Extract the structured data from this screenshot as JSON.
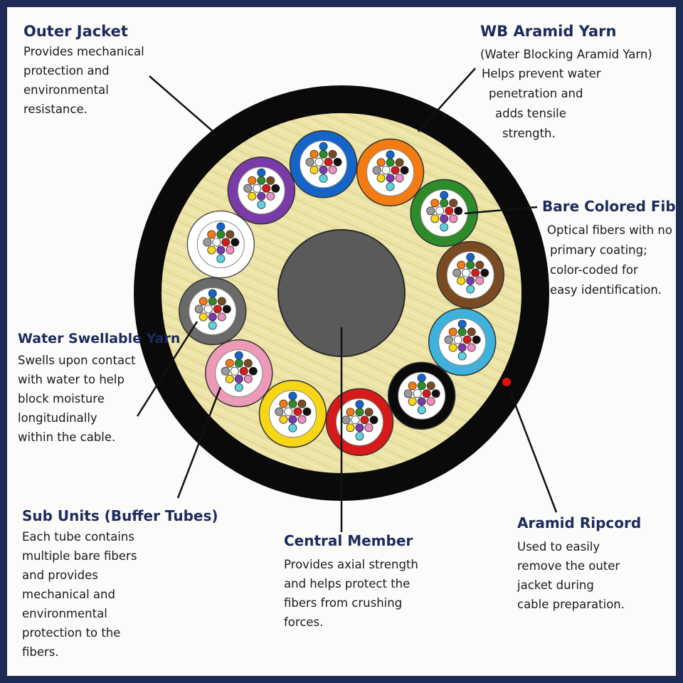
{
  "colors": {
    "frame_border": "#1e2b55",
    "background": "#fbfbf9",
    "title_text": "#1d2a5c",
    "jacket": "#0a0a0a",
    "aramid_yarn_fill": "#ece4a6",
    "central_member": "#5a5a5a",
    "ripcord": "#e01010"
  },
  "labels": {
    "outer_jacket": {
      "title": "Outer Jacket",
      "lines": [
        "Provides mechanical",
        "protection and",
        "environmental",
        "resistance."
      ]
    },
    "wb_aramid_yarn": {
      "title": "WB Aramid Yarn",
      "subtitle": "(Water Blocking Aramid Yarn)",
      "lines": [
        "Helps prevent water",
        "penetration and",
        "adds tensile",
        "strength."
      ]
    },
    "bare_colored_fiber": {
      "title": "Bare Colored Fiber",
      "lines": [
        "Optical fibers with no",
        "primary coating;",
        "color-coded for",
        "easy identification."
      ]
    },
    "water_swellable_yarn": {
      "title": "Water Swellable Yarn",
      "lines": [
        "Swells upon contact",
        "with water to help",
        "block moisture",
        "longitudinally",
        "within the cable."
      ]
    },
    "sub_units": {
      "title": "Sub Units (Buffer Tubes)",
      "lines": [
        "Each tube contains",
        "multiple bare fibers",
        "and provides",
        "mechanical and",
        "environmental",
        "protection to the",
        "fibers."
      ]
    },
    "central_member": {
      "title": "Central Member",
      "lines": [
        "Provides axial strength",
        "and helps protect the",
        "fibers from crushing",
        "forces."
      ]
    },
    "aramid_ripcord": {
      "title": "Aramid Ripcord",
      "lines": [
        "Used to easily",
        "remove the outer",
        "jacket during",
        "cable preparation."
      ]
    }
  },
  "buffer_tubes": [
    {
      "name": "blue",
      "color": "#1565c8"
    },
    {
      "name": "orange",
      "color": "#f47b12"
    },
    {
      "name": "green",
      "color": "#2e8b2a"
    },
    {
      "name": "brown",
      "color": "#7a4a22"
    },
    {
      "name": "aqua",
      "color": "#3fb2dc"
    },
    {
      "name": "black",
      "color": "#0a0a0a"
    },
    {
      "name": "red",
      "color": "#d61a1a"
    },
    {
      "name": "yellow",
      "color": "#f7d616"
    },
    {
      "name": "rose",
      "color": "#ec9ab8"
    },
    {
      "name": "slate",
      "color": "#6a6a6a"
    },
    {
      "name": "white",
      "color": "#ffffff"
    },
    {
      "name": "violet",
      "color": "#7a3aa8"
    }
  ],
  "fiber_colors": [
    "#1565c8",
    "#f47b12",
    "#2e8b2a",
    "#7a4a22",
    "#9a9a9a",
    "#ffffff",
    "#d61a1a",
    "#111111",
    "#f7d616",
    "#7a3aa8",
    "#f08cc0",
    "#5fd0e0"
  ]
}
